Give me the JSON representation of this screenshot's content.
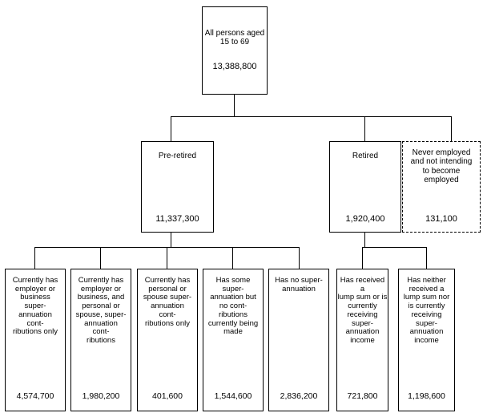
{
  "diagram": {
    "title_node": {
      "label": "All persons aged\n15 to 69",
      "value": "13,388,800"
    },
    "tier2": [
      {
        "name": "pre-retired",
        "label": "Pre-retired",
        "value": "11,337,300",
        "dashed": false
      },
      {
        "name": "retired",
        "label": "Retired",
        "value": "1,920,400",
        "dashed": false
      },
      {
        "name": "never-employed",
        "label": "Never employed\nand not intending\nto become\nemployed",
        "value": "131,100",
        "dashed": true
      }
    ],
    "tier3": [
      {
        "name": "employer-business-only",
        "label": "Currently has\nemployer or\nbusiness\nsuper-\nannuation\ncont-\nributions only",
        "value": "4,574,700",
        "parent": "pre-retired"
      },
      {
        "name": "employer-and-personal-spouse",
        "label": "Currently has\nemployer or\nbusiness, and\npersonal or\nspouse, super-\nannuation\ncont-\nributions",
        "value": "1,980,200",
        "parent": "pre-retired"
      },
      {
        "name": "personal-spouse-only",
        "label": "Currently has\npersonal or\nspouse super-\nannuation\ncont-\nributions only",
        "value": "401,600",
        "parent": "pre-retired"
      },
      {
        "name": "some-super-no-contributions",
        "label": "Has some\nsuper-\nannuation but\nno cont-\nributions\ncurrently being\nmade",
        "value": "1,544,600",
        "parent": "pre-retired"
      },
      {
        "name": "no-superannuation",
        "label": "Has no super-\nannuation",
        "value": "2,836,200",
        "parent": "pre-retired"
      },
      {
        "name": "received-lump-sum-or-income",
        "label": "Has received a\nlump sum or is\ncurrently\nreceiving\nsuper-\nannuation\nincome",
        "value": "721,800",
        "parent": "retired"
      },
      {
        "name": "neither-lump-sum-nor-income",
        "label": "Has neither\nreceived a\nlump sum nor\nis currently\nreceiving\nsuper-\nannuation\nincome",
        "value": "1,198,600",
        "parent": "retired"
      }
    ]
  }
}
